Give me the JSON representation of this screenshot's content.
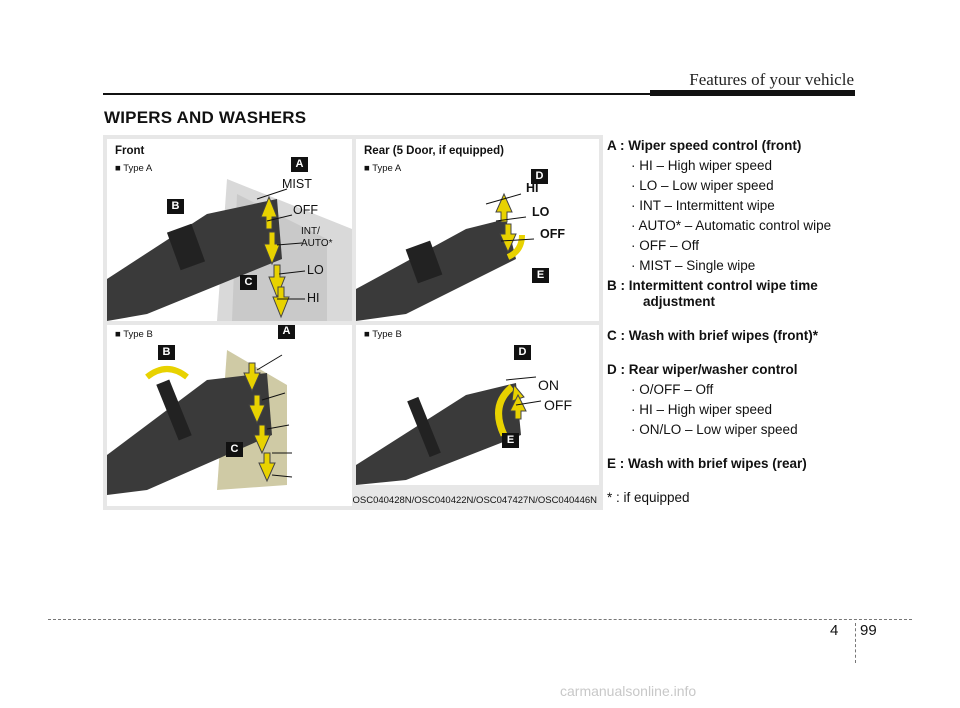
{
  "header": {
    "section": "Features of your vehicle"
  },
  "title": "WIPERS AND WASHERS",
  "figure": {
    "front_label": "Front",
    "rear_label": "Rear (5 Door, if equipped)",
    "type_a": "■ Type A",
    "type_b": "■ Type B",
    "callouts": {
      "a": "A",
      "b": "B",
      "c": "C",
      "d": "D",
      "e": "E"
    },
    "front_positions": {
      "mist": "MIST",
      "off": "OFF",
      "int": "INT/",
      "auto": "AUTO*",
      "lo": "LO",
      "hi": "HI"
    },
    "rear_positions": {
      "hi": "HI",
      "lo": "LO",
      "off": "OFF",
      "on": "ON",
      "off_b": "OFF"
    },
    "code": "OSC040428N/OSC040422N/OSC047427N/OSC040446N"
  },
  "description": {
    "a": "A : Wiper speed control (front)",
    "a_items": [
      "· HI – High wiper speed",
      "· LO – Low wiper speed",
      "· INT – Intermittent wipe",
      "· AUTO* – Automatic control wipe",
      "· OFF – Off",
      "· MIST – Single wipe"
    ],
    "b": "B : Intermittent control wipe time",
    "b_cont": "adjustment",
    "c": "C : Wash with brief wipes (front)*",
    "d": "D : Rear wiper/washer control",
    "d_items": [
      "· O/OFF – Off",
      "· HI – High wiper speed",
      "· ON/LO – Low wiper speed"
    ],
    "e": "E : Wash with brief wipes (rear)",
    "note": "* : if equipped"
  },
  "footer": {
    "chapter": "4",
    "page": "99"
  },
  "watermark": "carmanualsonline.info"
}
